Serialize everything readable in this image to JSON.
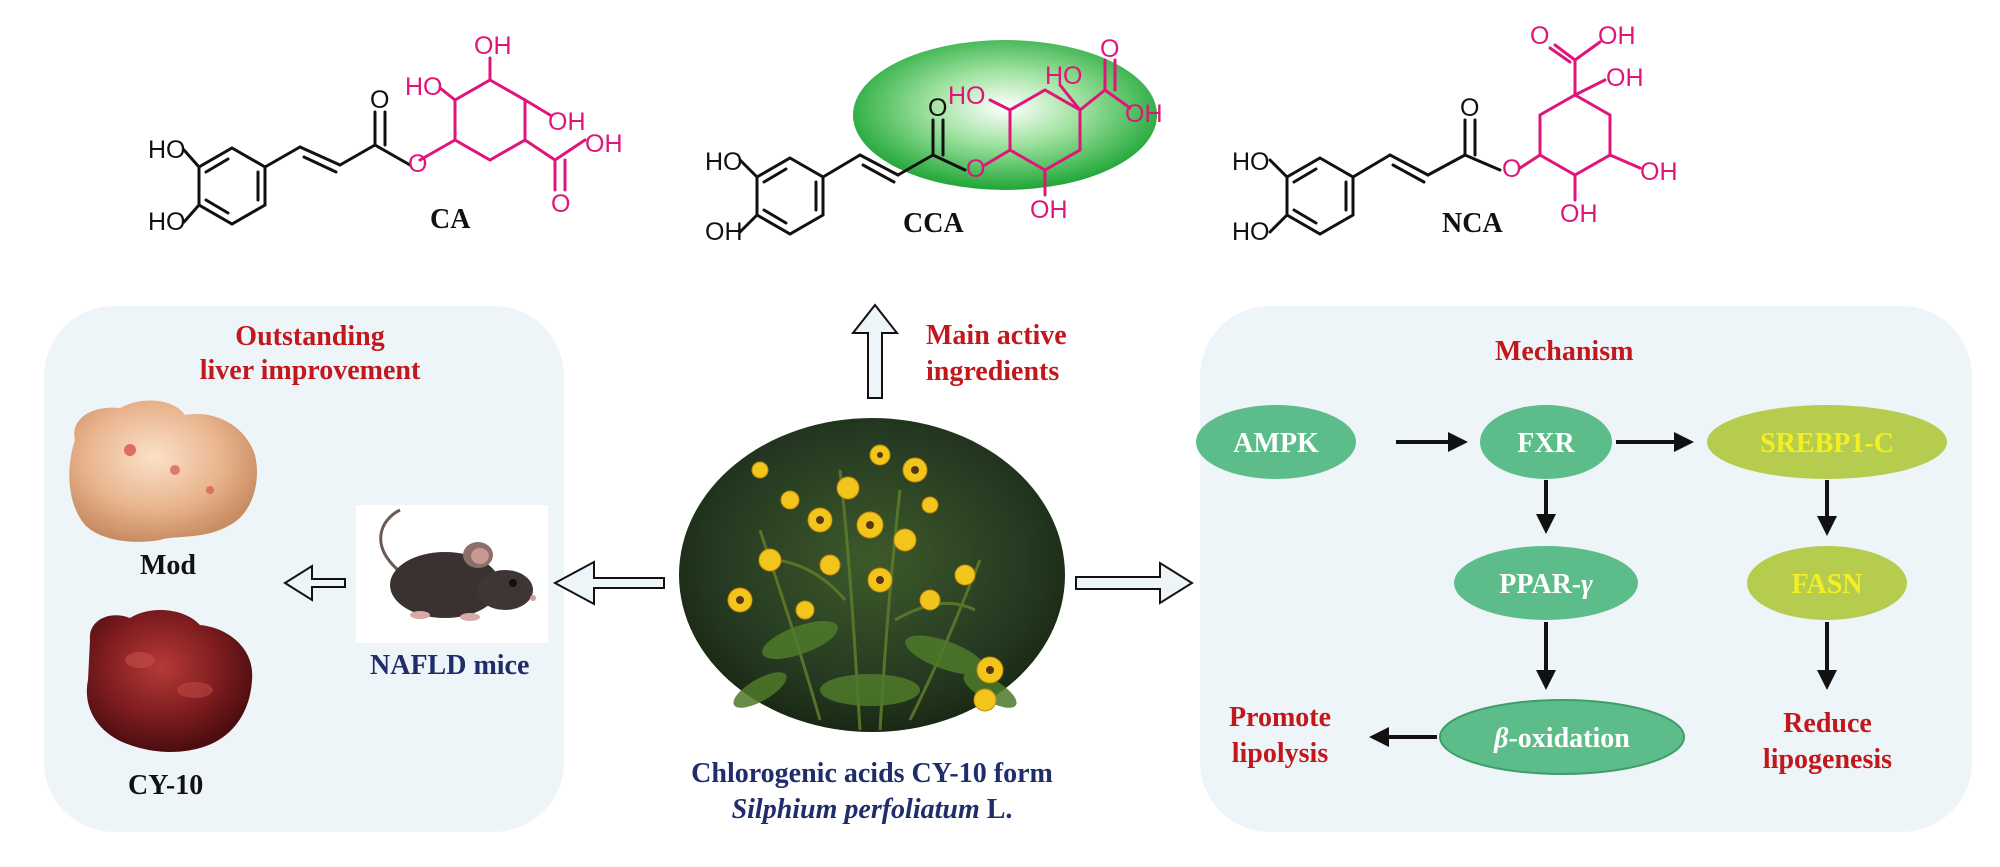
{
  "molecules": [
    {
      "name": "CA"
    },
    {
      "name": "CCA"
    },
    {
      "name": "NCA"
    }
  ],
  "chem_text": {
    "HO": "HO",
    "OH": "OH",
    "O": "O"
  },
  "center": {
    "main_label_line1": "Main active",
    "main_label_line2": "ingredients",
    "caption_line1": "Chlorogenic acids CY-10 form",
    "caption_line2_italic": "Silphium perfoliatum",
    "caption_line2_rest": " L."
  },
  "left_panel": {
    "title_line1": "Outstanding",
    "title_line2": "liver improvement",
    "mod_label": "Mod",
    "cy10_label": "CY-10",
    "mice_label": "NAFLD mice"
  },
  "right_panel": {
    "title": "Mechanism",
    "nodes": {
      "ampk": "AMPK",
      "fxr": "FXR",
      "srebp": "SREBP1-C",
      "ppar": "PPAR-",
      "ppar_greek": "γ",
      "fasn": "FASN",
      "beta_greek": "β",
      "beta_rest": "-oxidation"
    },
    "promote_line1": "Promote",
    "promote_line2": "lipolysis",
    "reduce_line1": "Reduce",
    "reduce_line2": "lipogenesis"
  },
  "colors": {
    "panel_bg": "#eef5f8",
    "accent_red": "#c0181d",
    "magenta": "#e0157a",
    "navy": "#1f2d6b",
    "green_node": "#5cbd8a",
    "lime_node": "#b6cc4e",
    "yellow_text": "#f4ef22"
  }
}
